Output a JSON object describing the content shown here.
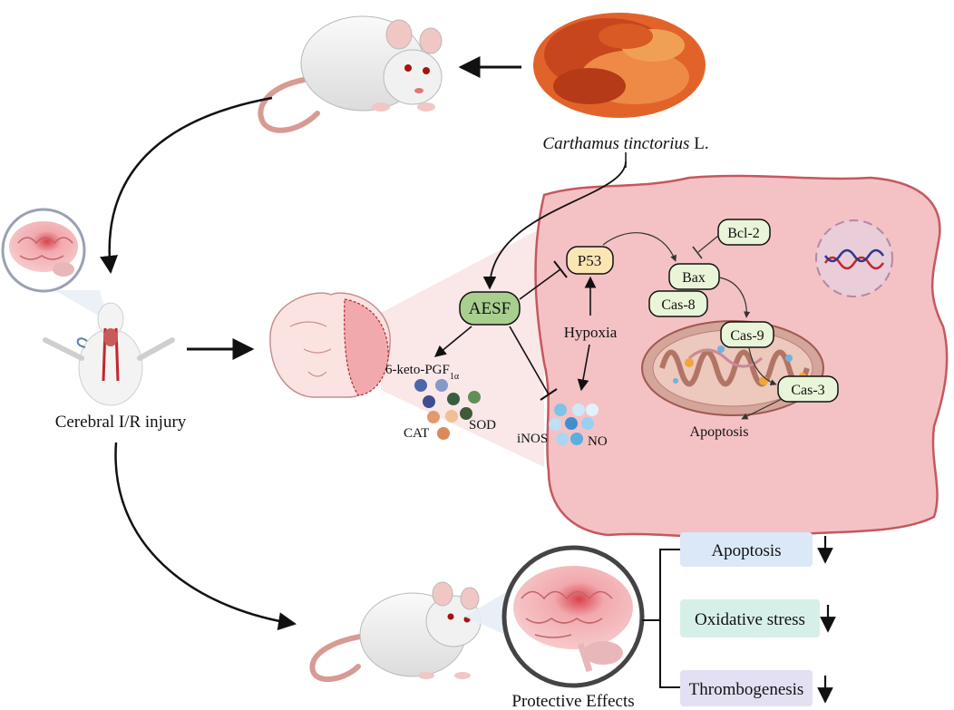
{
  "plant": {
    "name_italic": "Carthamus tinctorius",
    "name_suffix": " L."
  },
  "injury_label": "Cerebral I/R injury",
  "protective_label": "Protective Effects",
  "nodes": {
    "aesf": "AESF",
    "p53": "P53",
    "bcl2": "Bcl-2",
    "bax": "Bax",
    "cas8": "Cas-8",
    "cas9": "Cas-9",
    "cas3": "Cas-3"
  },
  "labels": {
    "hypoxia": "Hypoxia",
    "apoptosis_cell": "Apoptosis",
    "keto_main": "6-keto-PGF",
    "keto_sub": "1α",
    "cat": "CAT",
    "sod": "SOD",
    "inos": "iNOS",
    "no": "NO"
  },
  "effects": [
    {
      "label": "Apoptosis",
      "color": "#dbe8f7",
      "direction": "down"
    },
    {
      "label": "Oxidative stress",
      "color": "#d7efe9",
      "direction": "down"
    },
    {
      "label": "Thrombogenesis",
      "color": "#e4e0f3",
      "direction": "down"
    }
  ],
  "colors": {
    "cell_fill": "#f4c2c5",
    "cell_stroke": "#c5585f",
    "aesf_fill": "#a9cf8e",
    "node_fill": "#e9f5d8",
    "p53_fill": "#fbe6b3",
    "mito_fill": "#d4a59a"
  }
}
